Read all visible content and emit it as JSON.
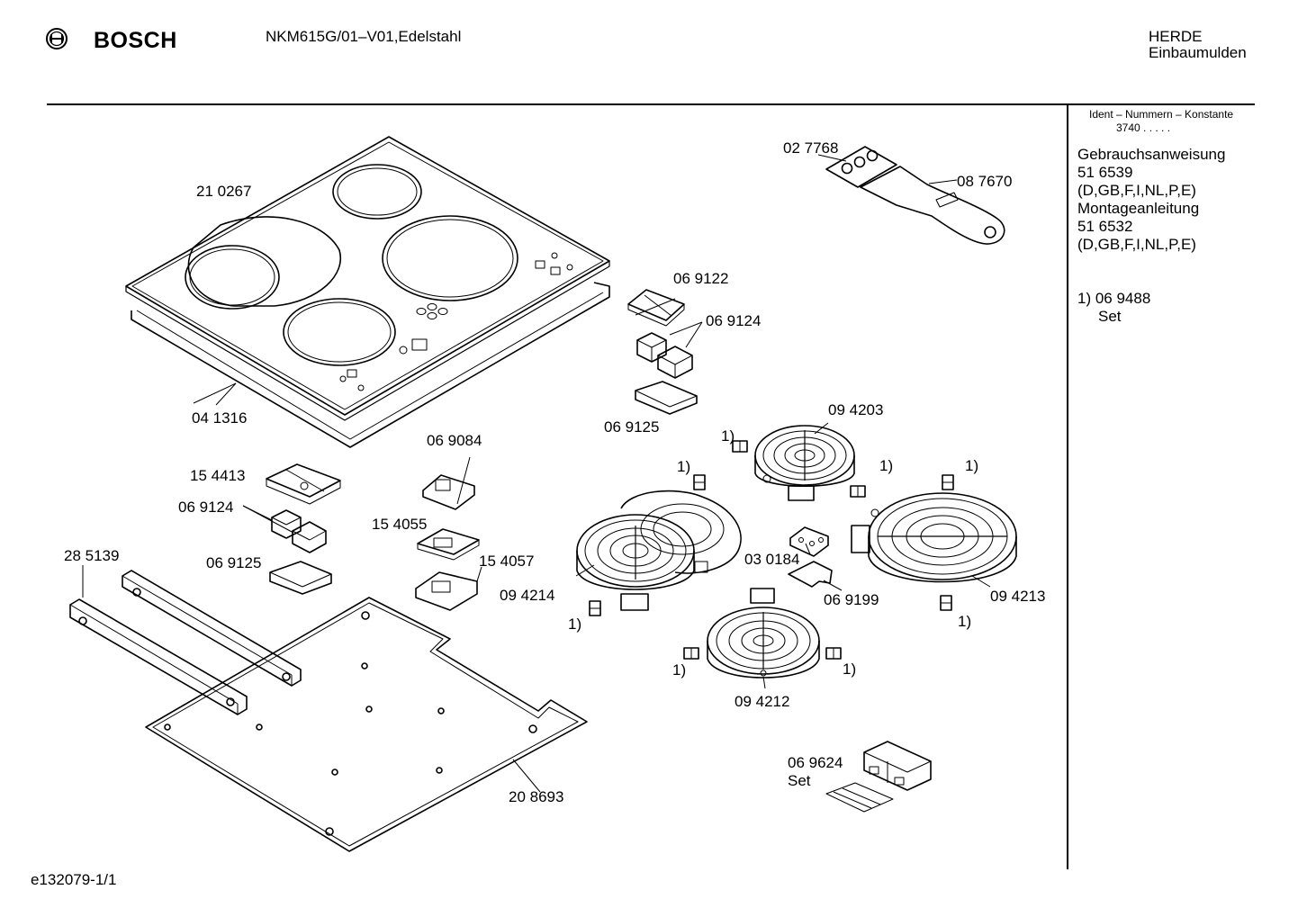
{
  "header": {
    "brand": "BOSCH",
    "model": "NKM615G/01–V01,Edelstahl",
    "category_1": "HERDE",
    "category_2": "Einbaumulden"
  },
  "sidebar": {
    "ident_title": "Ident – Nummern – Konstante",
    "ident_value": "3740 .   .   .   .   .",
    "lines": [
      "Gebrauchsanweisung",
      "51 6539",
      "(D,GB,F,I,NL,P,E)",
      "Montageanleitung",
      "51 6532",
      "(D,GB,F,I,NL,P,E)"
    ],
    "note_number": "1)  06 9488",
    "note_set": "Set"
  },
  "footer": {
    "drawing_id": "e132079-1/1"
  },
  "parts": {
    "p210267": "21 0267",
    "p041316": "04 1316",
    "p027768": "02 7768",
    "p087670": "08 7670",
    "p069122": "06 9122",
    "p069124a": "06 9124",
    "p069125a": "06 9125",
    "p069084": "06 9084",
    "p154413": "15 4413",
    "p069124b": "06 9124",
    "p154055": "15 4055",
    "p154057": "15 4057",
    "p069125b": "06 9125",
    "p285139": "28 5139",
    "p094203": "09 4203",
    "p094214": "09 4214",
    "p030184": "03 0184",
    "p069199": "06 9199",
    "p094213": "09 4213",
    "p094212": "09 4212",
    "p069624": "06 9624",
    "p069624set": "Set",
    "p208693": "20 8693"
  },
  "footnote_marker": "1)",
  "icons": {
    "brand_logo": "bosch-armature-icon"
  }
}
